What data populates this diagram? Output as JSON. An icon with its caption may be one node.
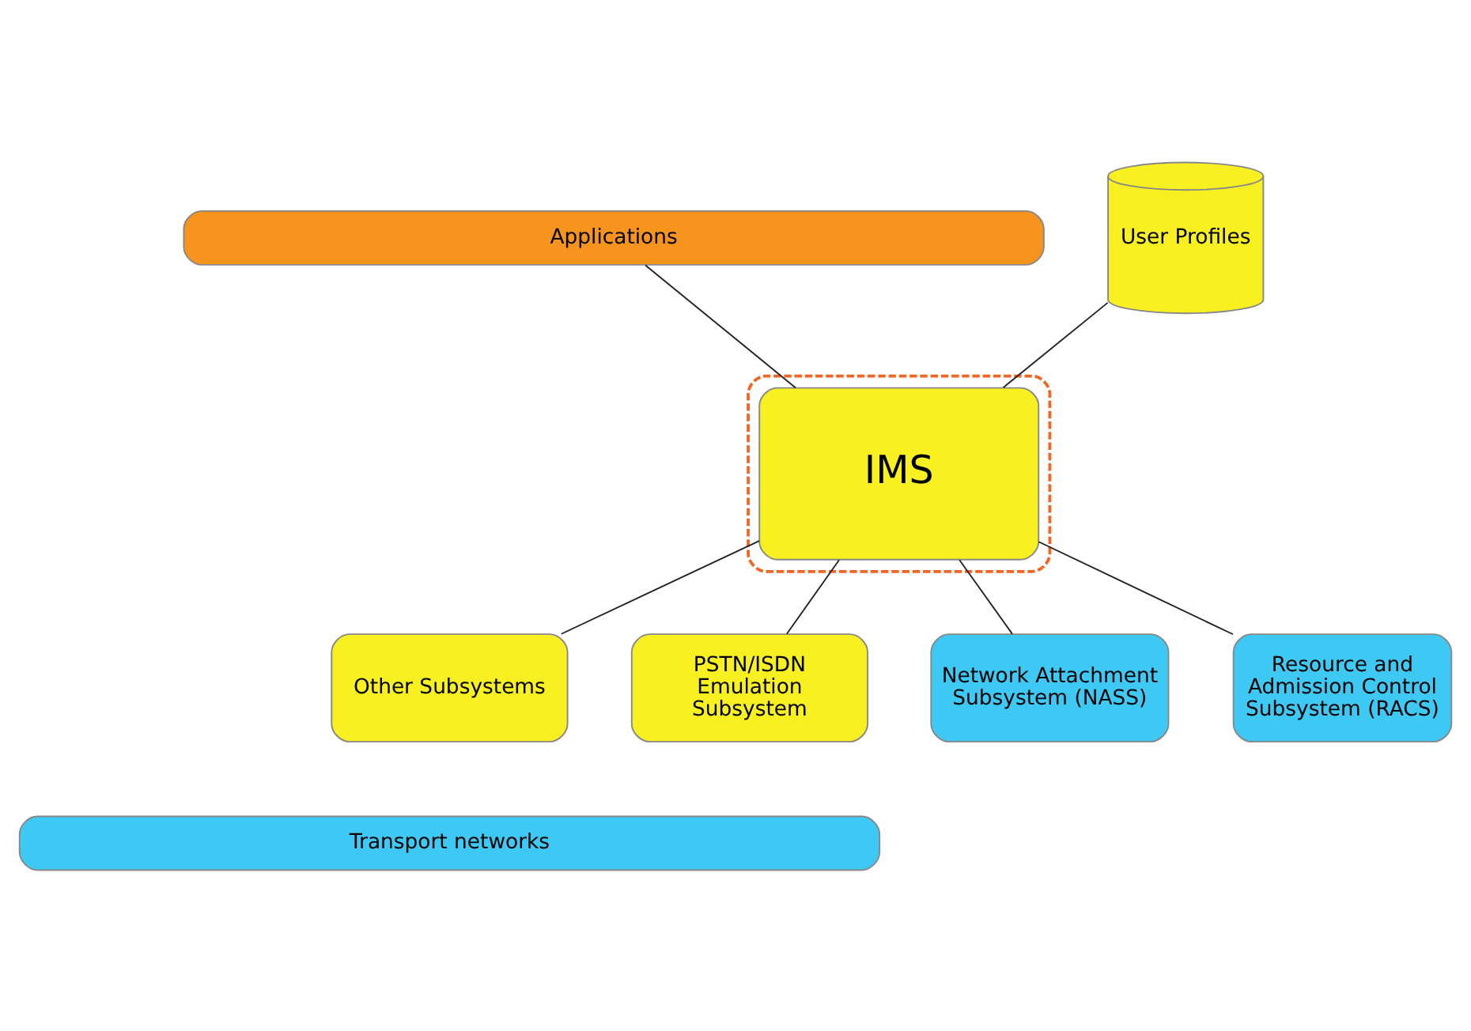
{
  "diagram": {
    "nodes": [
      {
        "text": [
          "Applications"
        ]
      },
      {
        "text": [
          "User Profiles"
        ]
      },
      {
        "text": [],
        "shape": "box"
      },
      {
        "text": [
          "IMS"
        ],
        "in": 2
      },
      {
        "text": [
          "Other Subsystems"
        ]
      },
      {
        "text": [
          "PSTN/ISDN Emulation Subsystem"
        ]
      },
      {
        "text": [
          "Network Attachment Subsystem (NASS)"
        ]
      },
      {
        "text": [
          "Resource and Admission Control Subsystem (RACS)"
        ]
      },
      {
        "text": [
          "Transport networks"
        ]
      }
    ],
    "edges": [
      {
        "from": 0,
        "to": 3,
        "arrow": "none"
      },
      {
        "from": 1,
        "to": 3,
        "arrow": "none"
      },
      {
        "from": 3,
        "to": 4,
        "arrow": "none"
      },
      {
        "from": 3,
        "to": 5,
        "arrow": "none"
      },
      {
        "from": 3,
        "to": 6,
        "arrow": "none"
      },
      {
        "from": 3,
        "to": 7,
        "arrow": "none"
      }
    ]
  }
}
